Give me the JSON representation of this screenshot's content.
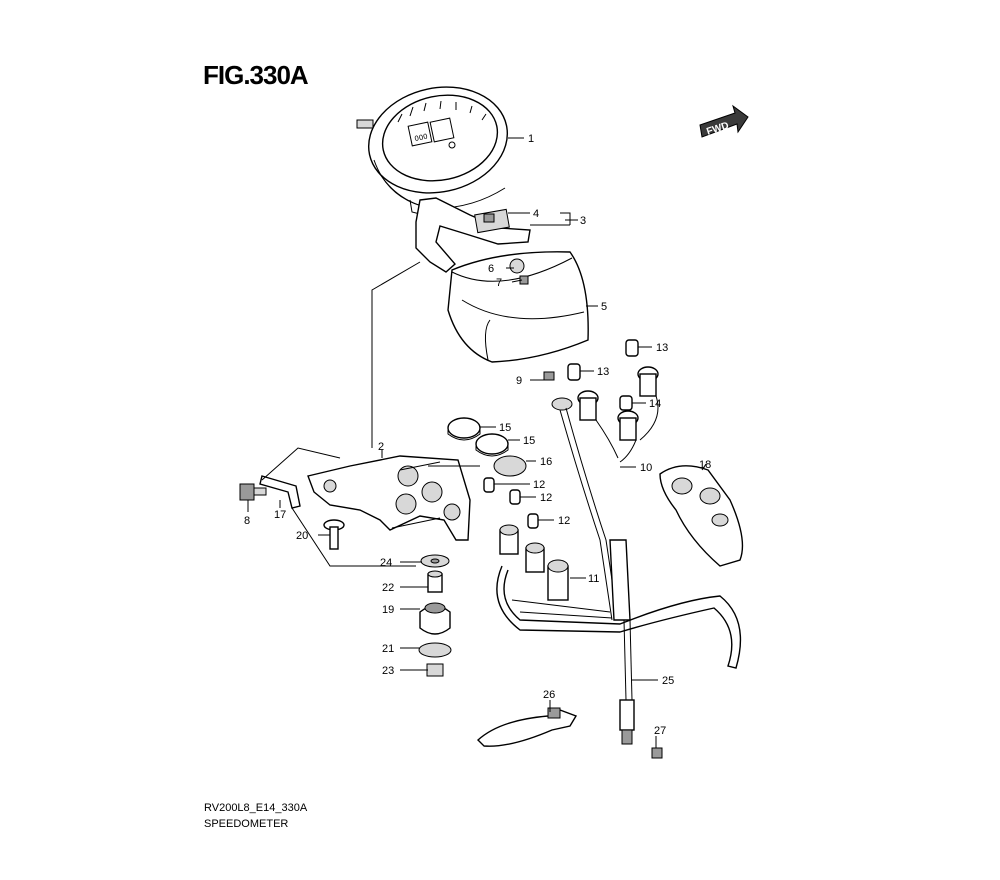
{
  "figure": {
    "title": "FIG.330A",
    "code": "RV200L8_E14_330A",
    "name": "SPEEDOMETER",
    "direction_badge": "FWD"
  },
  "parts": {
    "p1": "1",
    "p2": "2",
    "p3": "3",
    "p4": "4",
    "p5": "5",
    "p6": "6",
    "p7": "7",
    "p8": "8",
    "p9": "9",
    "p10": "10",
    "p11": "11",
    "p12a": "12",
    "p12b": "12",
    "p12c": "12",
    "p13a": "13",
    "p13b": "13",
    "p14": "14",
    "p15a": "15",
    "p15b": "15",
    "p16": "16",
    "p17": "17",
    "p18": "18",
    "p19": "19",
    "p20": "20",
    "p21": "21",
    "p22": "22",
    "p23": "23",
    "p24": "24",
    "p25": "25",
    "p26": "26",
    "p27": "27"
  }
}
